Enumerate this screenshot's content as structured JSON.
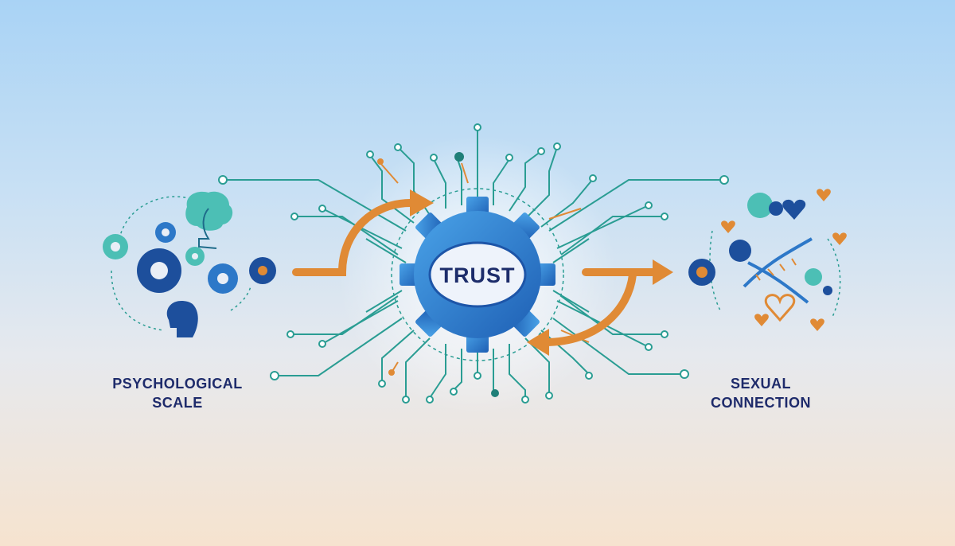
{
  "center": {
    "label": "TRUST"
  },
  "left": {
    "label_line1": "PSYCHOLOGICAL",
    "label_line2": "SCALE",
    "icon": "gears-and-head-icon"
  },
  "right": {
    "label_line1": "SEXUAL",
    "label_line2": "CONNECTION",
    "icon": "hearts-and-dna-icon"
  },
  "colors": {
    "gear": "#2f7fd1",
    "gear_dark": "#1d55a8",
    "circuit": "#2a9d93",
    "arrow": "#e08a35",
    "text": "#1e2b6b"
  }
}
